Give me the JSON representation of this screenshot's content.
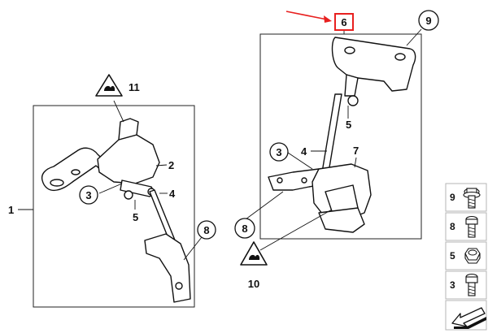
{
  "callouts": {
    "c1": "1",
    "c2": "2",
    "c3_left": "3",
    "c4_left": "4",
    "c5_left": "5",
    "c6": "6",
    "c7": "7",
    "c8_left": "8",
    "c9": "9",
    "c3_right": "3",
    "c4_right": "4",
    "c5_right": "5",
    "c8_right": "8",
    "c10": "10",
    "c11": "11"
  },
  "parts_legend": [
    {
      "number": "9",
      "icon": "screw-flange-icon"
    },
    {
      "number": "8",
      "icon": "screw-icon"
    },
    {
      "number": "5",
      "icon": "hex-nut-icon"
    },
    {
      "number": "3",
      "icon": "bolt-icon"
    }
  ],
  "highlight": {
    "color": "#e8201f",
    "arrow_color": "#e8201f"
  },
  "icons": {
    "clip_warning_top": "clip-warning-triangle-icon",
    "clip_warning_bottom": "clip-warning-triangle-icon",
    "nav_arrow": "arrow-icon"
  }
}
